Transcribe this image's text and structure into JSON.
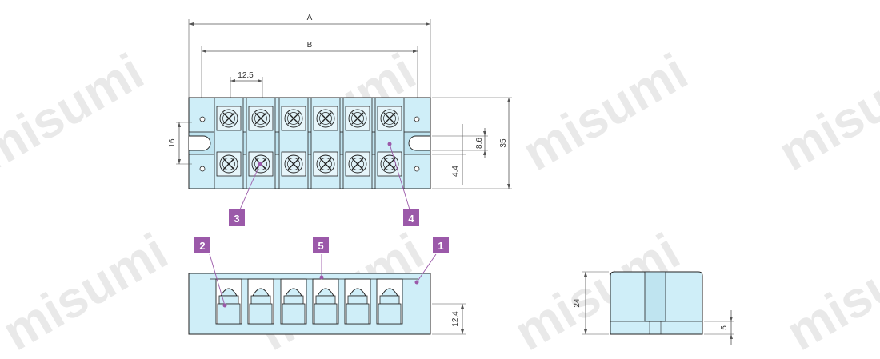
{
  "watermark": "misumi",
  "dimensions": {
    "overall_length": "A",
    "mounting_pitch": "B",
    "terminal_pitch": "12.5",
    "slot_width": "16",
    "slot_inner": "8.6",
    "overall_depth": "35",
    "hole_offset": "4.4",
    "screw_height": "12.4",
    "body_height": "24",
    "base_height": "5"
  },
  "callouts": [
    "1",
    "2",
    "3",
    "4",
    "5"
  ],
  "colors": {
    "body": "#cfeef8",
    "outline": "#222222",
    "callout": "#9b59a9",
    "dimension": "#555555",
    "watermark": "#e9e9e9"
  }
}
